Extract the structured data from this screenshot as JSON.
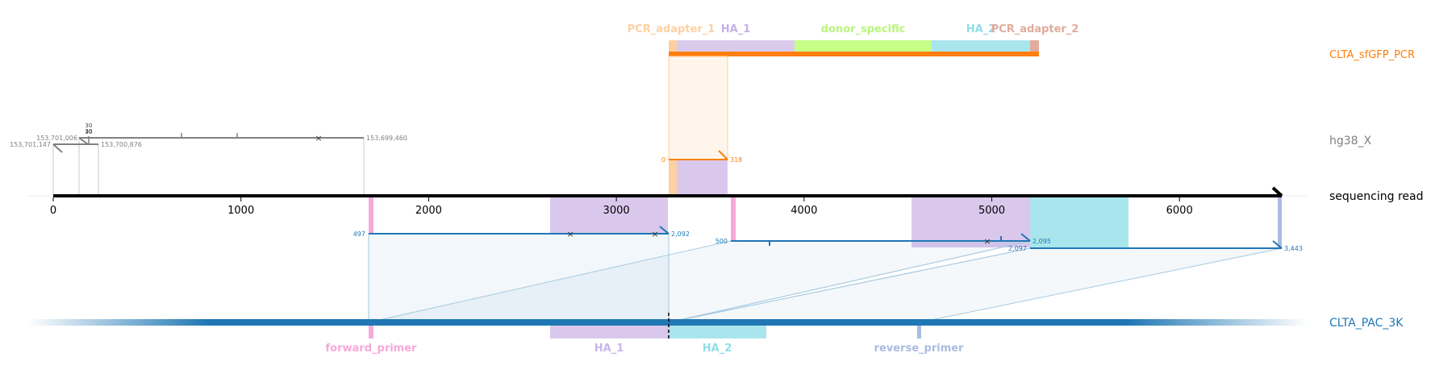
{
  "tracks": {
    "pcr": {
      "label": "CLTA_sfGFP_PCR",
      "color": "#ff7f0e"
    },
    "genome": {
      "label": "hg38_X",
      "color": "#808080"
    },
    "read": {
      "label": "sequencing read",
      "color": "#000000"
    },
    "plasmid": {
      "label": "CLTA_PAC_3K",
      "color": "#1f77b4"
    }
  },
  "pcr_features": [
    {
      "name": "PCR_adapter_1",
      "color": "#fdd0a2"
    },
    {
      "name": "HA_1",
      "color": "#dacbed"
    },
    {
      "name": "donor_specific",
      "color": "#c7ff86"
    },
    {
      "name": "HA_2",
      "color": "#a9e5ed"
    },
    {
      "name": "PCR_adapter_2",
      "color": "#e2ab9c"
    }
  ],
  "plasmid_features": [
    {
      "name": "forward_primer",
      "color": "#f7a9d9"
    },
    {
      "name": "HA_1",
      "color": "#c8b5e8"
    },
    {
      "name": "HA_2",
      "color": "#8fdde8"
    },
    {
      "name": "reverse_primer",
      "color": "#a9bde0"
    }
  ],
  "read_axis": {
    "ticks": [
      "0",
      "1000",
      "2000",
      "3000",
      "4000",
      "5000",
      "6000"
    ],
    "tick_values": [
      0,
      1000,
      2000,
      3000,
      4000,
      5000,
      6000
    ],
    "length": 6540
  },
  "genome_alignment": {
    "start_left": "153,701,147",
    "junction_a": "153,701,006",
    "junction_b": "153,700,876",
    "end_right": "153,699,460",
    "small_labels": [
      "30",
      "30",
      "30"
    ]
  },
  "pcr_alignment": {
    "start": "0",
    "end": "318"
  },
  "plasmid_alignments": [
    {
      "start": "497",
      "end": "2,092"
    },
    {
      "start": "500",
      "end": "2,095"
    },
    {
      "start": "2,097",
      "end": "3,443"
    }
  ]
}
